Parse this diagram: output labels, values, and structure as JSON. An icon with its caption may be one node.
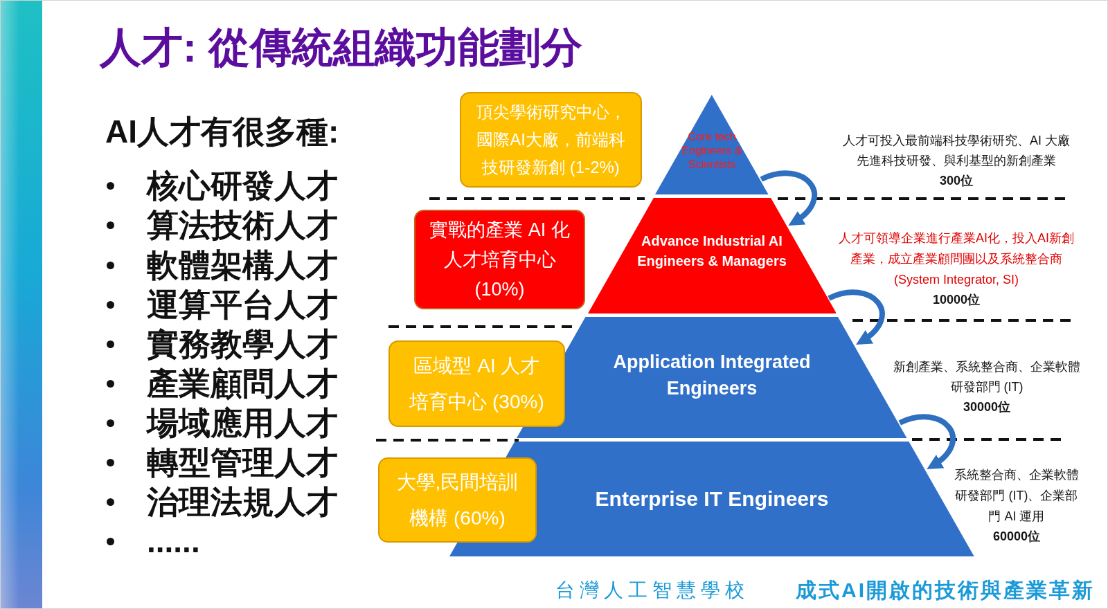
{
  "diagram": {
    "title": "人才: 從傳統組織功能劃分",
    "nodes": [
      {
        "text": [
          "頂尖學術研究中心，國際AI大廠，前端科技研發新創 (1-2%)"
        ]
      },
      {
        "text": [
          "Core tech Engineers & Scientists"
        ],
        "beside": [
          "人才可投入最前端科技學術研究、AI 大廠先進科技研發、與利基型的新創產業",
          "300位"
        ]
      },
      {
        "text": [
          "實戰的產業 AI 化人才培育中心(10%)"
        ]
      },
      {
        "text": [
          "Advance Industrial AI Engineers & Managers"
        ],
        "beside": [
          "人才可領導企業進行產業AI化，投入AI新創產業，成立產業顧問團以及系統整合商(System Integrator, SI)",
          "10000位"
        ]
      },
      {
        "text": [
          "區域型 AI 人才培育中心 (30%)"
        ]
      },
      {
        "text": [
          "Application Integrated Engineers"
        ],
        "beside": [
          "新創產業、系統整合商、企業軟體研發部門 (IT)",
          "30000位"
        ]
      },
      {
        "text": [
          "大學,民間培訓機構 (60%)"
        ]
      },
      {
        "text": [
          "Enterprise IT Engineers"
        ],
        "beside": [
          "系統整合商、企業軟體研發部門 (IT)、企業部門 AI 運用",
          "60000位"
        ]
      }
    ],
    "edges": [
      {
        "from": 1,
        "to": 3,
        "arrow": "to"
      },
      {
        "from": 3,
        "to": 5,
        "arrow": "to"
      },
      {
        "from": 5,
        "to": 7,
        "arrow": "to"
      }
    ],
    "labels": [
      "AI人才有很多種:",
      "核心研發人才",
      "算法技術人才",
      "軟體架構人才",
      "運算平台人才",
      "實務教學人才",
      "產業顧問人才",
      "場域應用人才",
      "轉型管理人才",
      "治理法規人才",
      "......",
      "台灣人工智慧學校",
      "成式AI開啟的技術與產業革新"
    ]
  }
}
